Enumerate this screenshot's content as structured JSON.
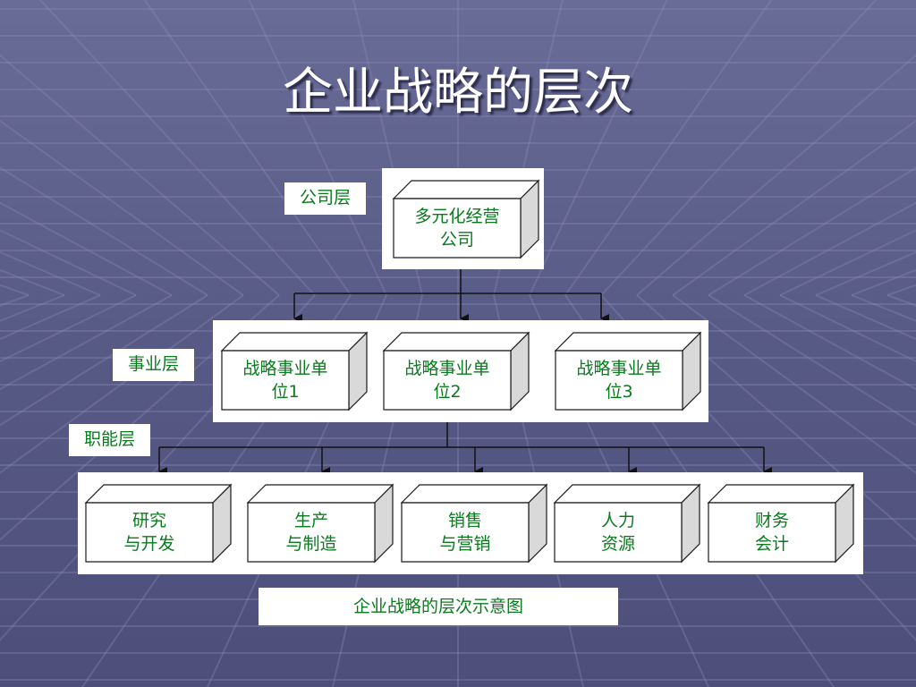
{
  "title": "企业战略的层次",
  "caption": "企业战略的层次示意图",
  "colors": {
    "background": "#5d5f8c",
    "text": "#0a7a1e",
    "panel": "#ffffff",
    "box_border": "#1a1a1a"
  },
  "levels": {
    "corporate": {
      "label": "公司层",
      "boxes": [
        {
          "line1": "多元化经营",
          "line2": "公司"
        }
      ]
    },
    "business": {
      "label": "事业层",
      "boxes": [
        {
          "line1": "战略事业单",
          "line2": "位1"
        },
        {
          "line1": "战略事业单",
          "line2": "位2"
        },
        {
          "line1": "战略事业单",
          "line2": "位3"
        }
      ]
    },
    "functional": {
      "label": "职能层",
      "boxes": [
        {
          "line1": "研究",
          "line2": "与开发"
        },
        {
          "line1": "生产",
          "line2": "与制造"
        },
        {
          "line1": "销售",
          "line2": "与营销"
        },
        {
          "line1": "人力",
          "line2": "资源"
        },
        {
          "line1": "财务",
          "line2": "会计"
        }
      ]
    }
  }
}
